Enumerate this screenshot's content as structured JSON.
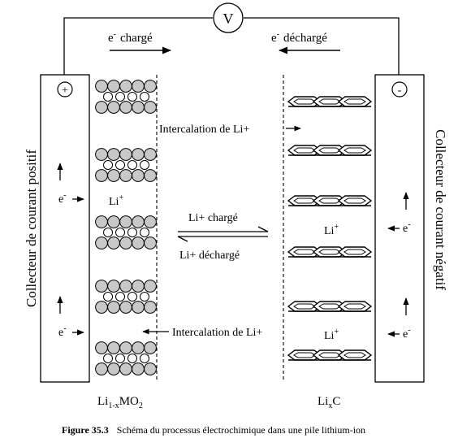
{
  "voltmeter": {
    "symbol": "V"
  },
  "electron_flow": {
    "charged": {
      "base": "e",
      "sup": "-",
      "word": "chargé"
    },
    "discharged": {
      "base": "e",
      "sup": "-",
      "word": "déchargé"
    }
  },
  "positive_collector": {
    "sign": "+",
    "label": "Collecteur de courant positif",
    "electron_labels": [
      {
        "base": "e",
        "sup": "-"
      },
      {
        "base": "e",
        "sup": "-"
      }
    ]
  },
  "negative_collector": {
    "sign": "-",
    "label": "Collecteur de courant négatif",
    "electron_labels": [
      {
        "base": "e",
        "sup": "-"
      },
      {
        "base": "e",
        "sup": "-"
      }
    ]
  },
  "cathode": {
    "ion_label": {
      "base": "Li",
      "sup": "+"
    },
    "formula": {
      "a": "Li",
      "sub": "1-x",
      "b": "MO",
      "sub2": "2"
    }
  },
  "anode": {
    "ion_labels": [
      {
        "base": "Li",
        "sup": "+"
      },
      {
        "base": "Li",
        "sup": "+"
      }
    ],
    "formula": {
      "a": "Li",
      "sub": "x",
      "b": "C"
    }
  },
  "intercalation": {
    "top": "Intercalation de Li+",
    "bottom": "Intercalation de Li+"
  },
  "ion_flow": {
    "charged": "Li+ chargé",
    "discharged": "Li+ déchargé"
  },
  "caption": {
    "label": "Figure 35.3",
    "text": "Schéma du processus électrochimique dans une pile lithium-ion"
  }
}
